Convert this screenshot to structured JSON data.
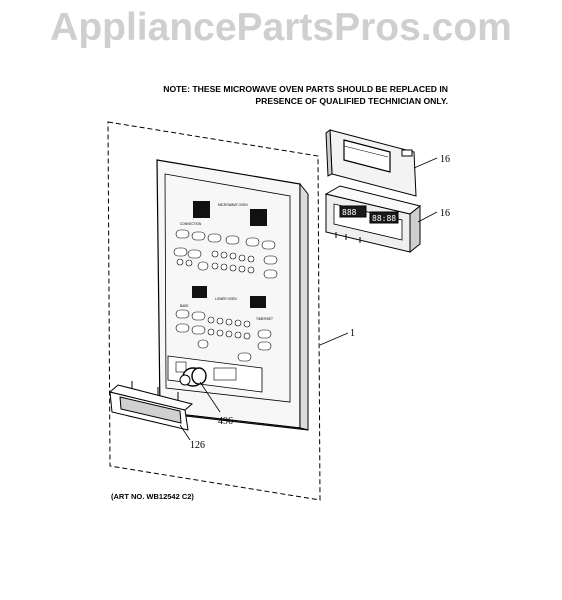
{
  "watermark": "AppliancePartsPros.com",
  "note": {
    "line1": "NOTE: THESE MICROWAVE OVEN PARTS SHOULD BE REPLACED IN",
    "line2": "PRESENCE OF QUALIFIED TECHNICIAN ONLY."
  },
  "art_number": "(ART NO. WB12542 C2)",
  "callouts": {
    "board_bracket": "16",
    "control_board": "16",
    "control_panel": "1",
    "knob_part": "496",
    "door_handle": "126"
  },
  "panel_labels": {
    "top_display": "MICROWAVE OVEN",
    "top_group": "CONVECTION",
    "mid_group": "LOWER OVEN",
    "lower_left": "BAKE",
    "lower_right": "TIMER/SET"
  },
  "board_display": {
    "left": "888",
    "right": "88:88"
  }
}
